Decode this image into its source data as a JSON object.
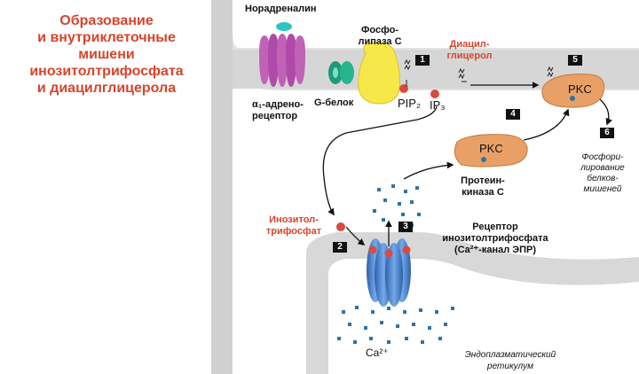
{
  "title": {
    "lines": [
      "Образование",
      "и внутриклеточные",
      "мишени",
      "инозитолтрифосфата",
      "и диацилглицерола"
    ]
  },
  "labels": {
    "noradrenaline": "Норадреналин",
    "phospholipase": [
      "Фосфо-",
      "липаза С"
    ],
    "dag": [
      "Диацил-",
      "глицерол"
    ],
    "receptor": [
      "α₁-адрено-",
      "рецептор"
    ],
    "g_protein": "G-белок",
    "pip2": "PIP₂",
    "ip3": "IP₃",
    "pkc_membrane": "PKC",
    "pkc_cytosol": "PKC",
    "pkc_name": [
      "Протеин-",
      "киназа С"
    ],
    "phosphorylation": [
      "Фосфори-",
      "лирование",
      "белков-",
      "мишеней"
    ],
    "ip3_name": [
      "Инозитол-",
      "трифосфат"
    ],
    "ip3_receptor": [
      "Рецептор",
      "инозитолтрифосфата",
      "(Ca²⁺-канал ЭПР)"
    ],
    "calcium": "Ca²⁺",
    "er": [
      "Эндоплазматический",
      "ретикулум"
    ]
  },
  "steps": [
    "1",
    "2",
    "3",
    "4",
    "5",
    "6"
  ],
  "colors": {
    "title": "#d8442c",
    "receptor": "#b04aa8",
    "ligand": "#2ec4c4",
    "g_protein": "#1f9a78",
    "phospholipase": "#f7e84a",
    "pkc": "#e9a066",
    "membrane": "#cfcfcf",
    "channel": "#3f7fd0",
    "ion": "#2e73a8",
    "ip3_dot": "#d94a42"
  }
}
